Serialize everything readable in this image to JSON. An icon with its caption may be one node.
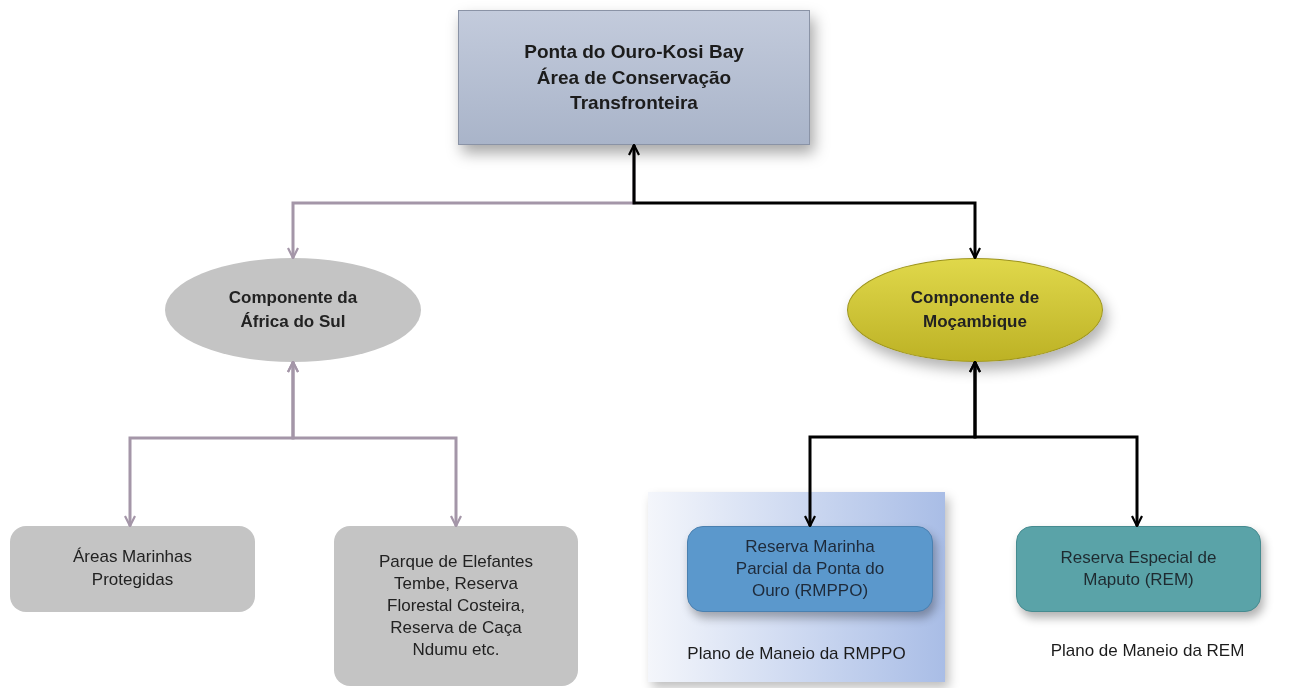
{
  "diagram": {
    "nodes": [
      {
        "text": [
          "Ponta do Ouro-Kosi Bay Área de Conservação Transfronteira"
        ]
      },
      {
        "text": [
          "Componente da África do Sul"
        ]
      },
      {
        "text": [
          "Componente de Moçambique"
        ]
      },
      {
        "text": [
          "Áreas Marinhas Protegidas"
        ]
      },
      {
        "text": [
          "Parque de Elefantes Tembe, Reserva Florestal Costeira, Reserva de Caça Ndumu etc."
        ]
      },
      {
        "text": [
          "Plano de Maneio da RMPPO"
        ]
      },
      {
        "text": [
          "Reserva Marinha Parcial da Ponta do Ouro (RMPPO)"
        ],
        "in": 5
      },
      {
        "text": [
          "Reserva Especial de Maputo (REM)"
        ],
        "beside": [
          "Plano de Maneio da REM"
        ]
      }
    ],
    "edges": [
      {
        "from": 0,
        "to": 1,
        "arrow": "to",
        "color": "#a496a8"
      },
      {
        "from": 0,
        "to": 2,
        "arrow": "both",
        "color": "#000000"
      },
      {
        "from": 1,
        "to": 3,
        "arrow": "both",
        "color": "#a496a8"
      },
      {
        "from": 1,
        "to": 4,
        "arrow": "both",
        "color": "#a496a8"
      },
      {
        "from": 2,
        "to": 6,
        "arrow": "both",
        "color": "#000000"
      },
      {
        "from": 2,
        "to": 7,
        "arrow": "both",
        "color": "#000000"
      }
    ]
  }
}
